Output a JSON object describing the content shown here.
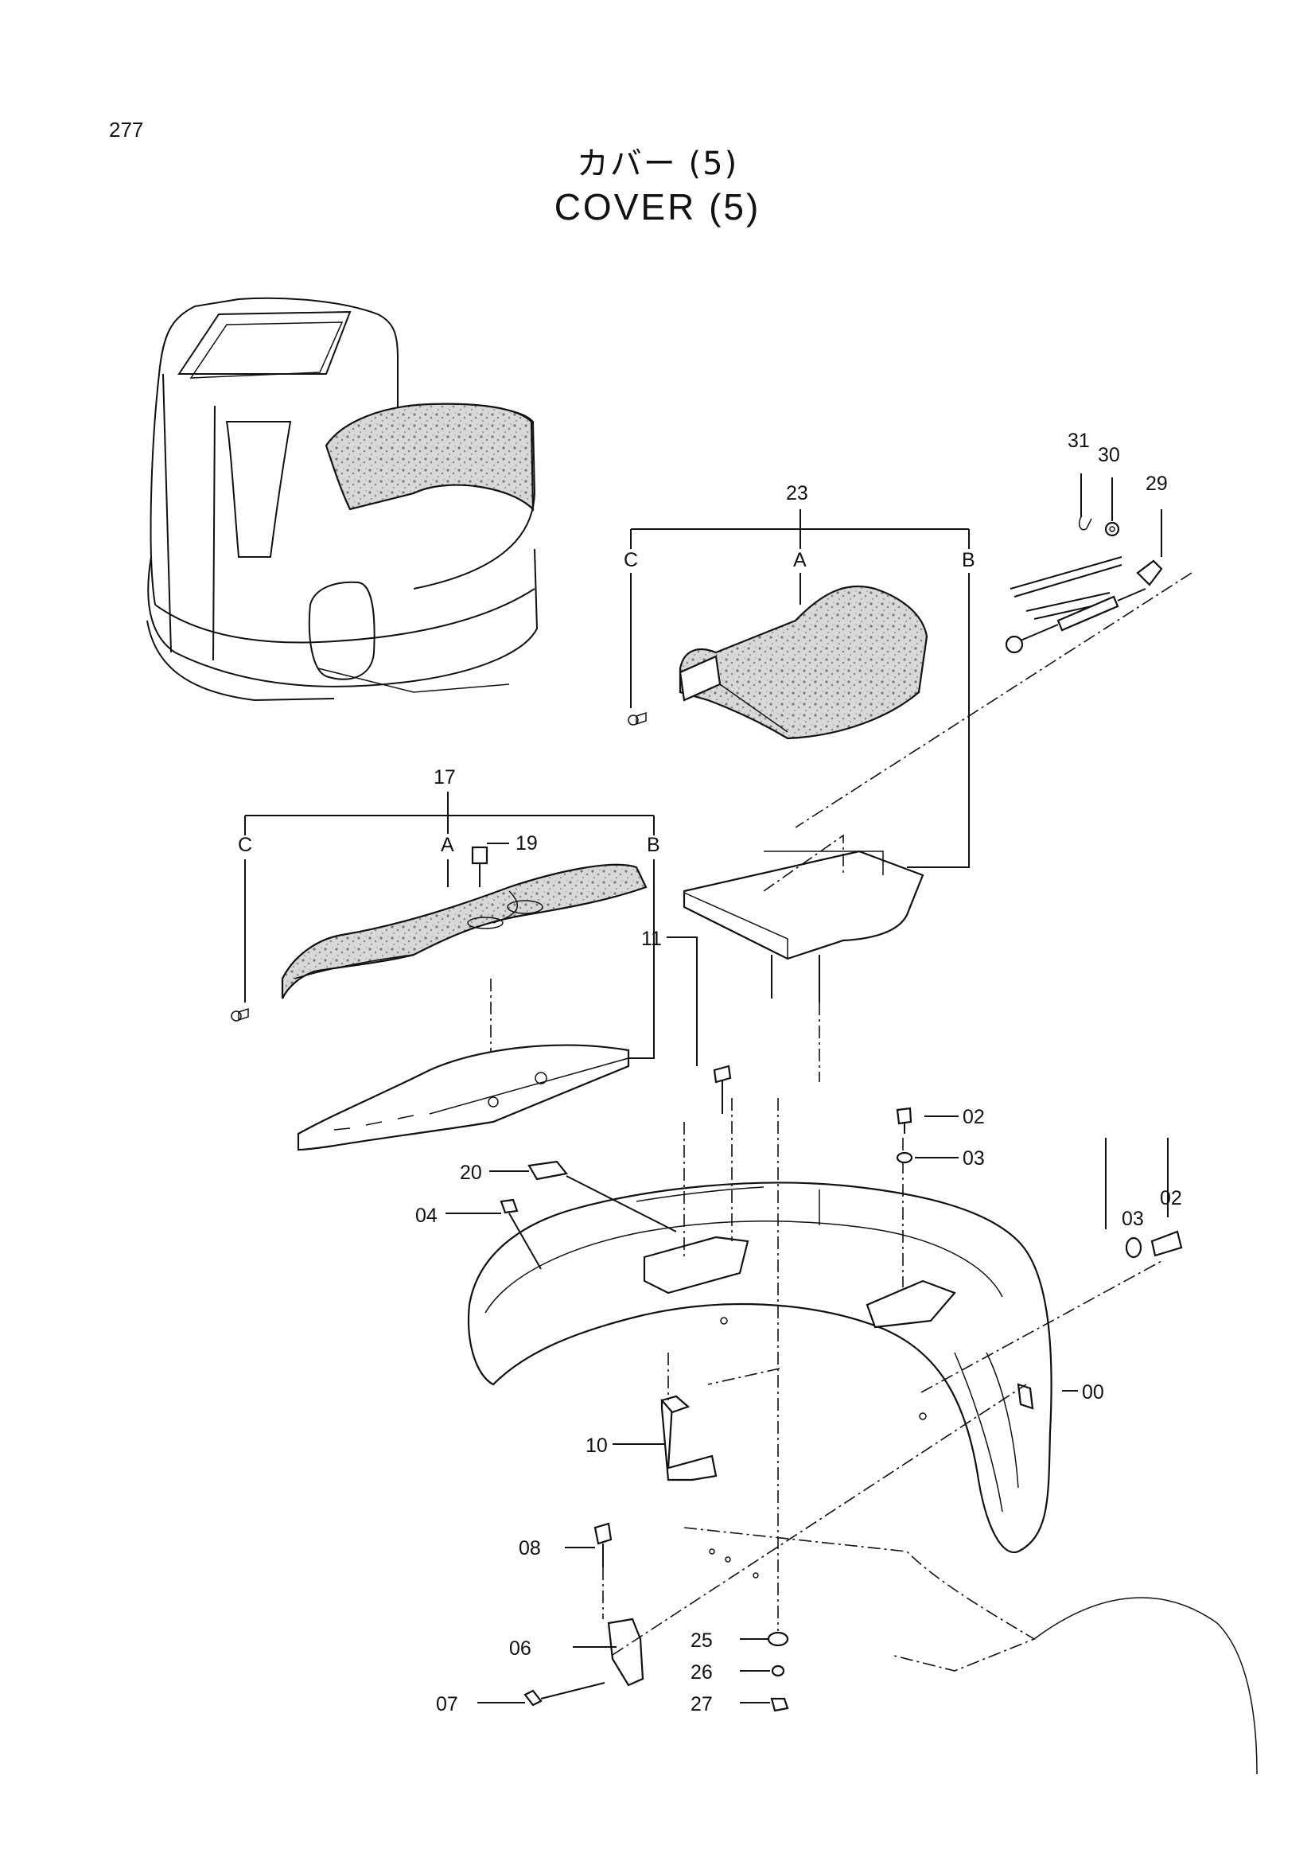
{
  "page": {
    "number": "277"
  },
  "title": {
    "japanese": "カバー (5)",
    "english": "COVER (5)"
  },
  "callouts": {
    "p23": "23",
    "p17": "17",
    "p19": "19",
    "p11": "11",
    "p20": "20",
    "p04": "04",
    "p10": "10",
    "p08": "08",
    "p06": "06",
    "p07": "07",
    "p25": "25",
    "p26": "26",
    "p27": "27",
    "p00": "00",
    "p02a": "02",
    "p03a": "03",
    "p02b": "02",
    "p03b": "03",
    "p29": "29",
    "p30": "30",
    "p31": "31"
  },
  "letters": {
    "c23": "C",
    "a23": "A",
    "b23": "B",
    "c17": "C",
    "a17": "A",
    "b17": "B"
  }
}
